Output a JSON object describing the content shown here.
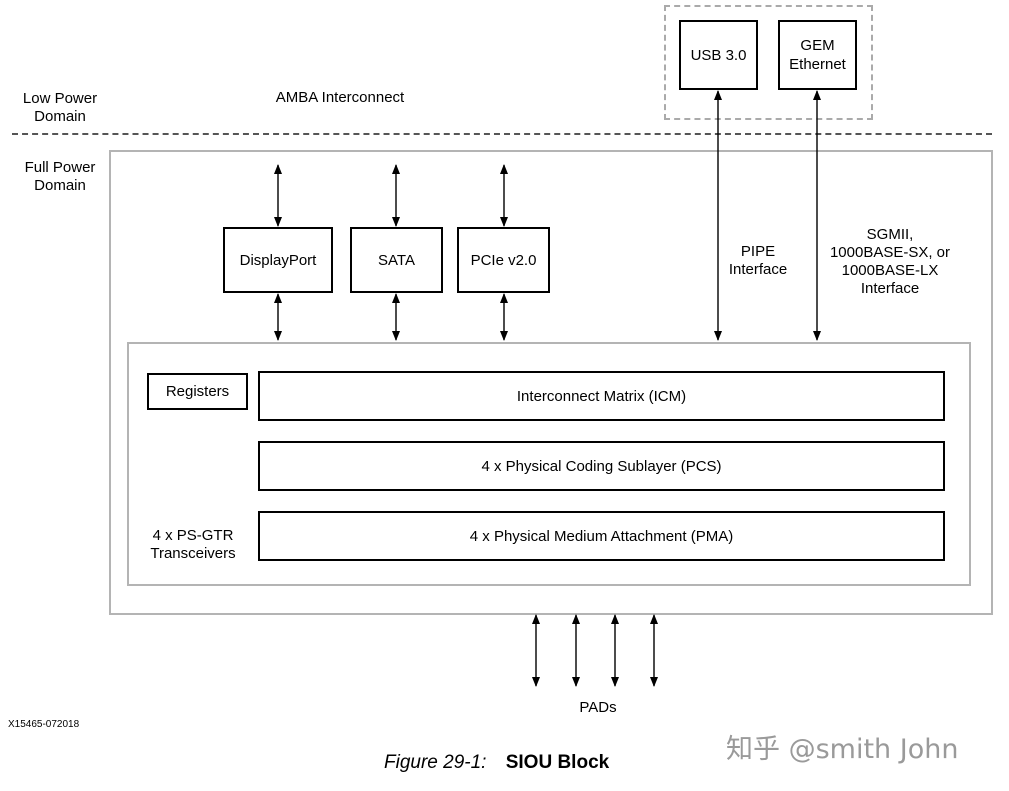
{
  "domain_labels": {
    "low_power": [
      "Low Power",
      "Domain"
    ],
    "full_power": [
      "Full Power",
      "Domain"
    ]
  },
  "amba": "AMBA Interconnect",
  "blocks": {
    "usb": "USB 3.0",
    "gem": [
      "GEM",
      "Ethernet"
    ],
    "displayport": "DisplayPort",
    "sata": "SATA",
    "pcie": "PCIe v2.0",
    "registers": "Registers",
    "icm": "Interconnect Matrix (ICM)",
    "pcs": "4 x Physical Coding Sublayer (PCS)",
    "pma": "4 x Physical Medium Attachment (PMA)"
  },
  "interfaces": {
    "pipe": [
      "PIPE",
      "Interface"
    ],
    "sgmii": [
      "SGMII,",
      "1000BASE-SX, or",
      "1000BASE-LX",
      "Interface"
    ]
  },
  "transceivers": [
    "4 x PS-GTR",
    "Transceivers"
  ],
  "pads": "PADs",
  "doc_id": "X15465-072018",
  "caption": {
    "prefix": "Figure 29-1:",
    "title": "SIOU Block"
  },
  "watermark": "知乎 @smith John",
  "colors": {
    "outline_gray": "#b4b4b4",
    "dash": "#555555",
    "watermark": "#9a9a9a"
  }
}
